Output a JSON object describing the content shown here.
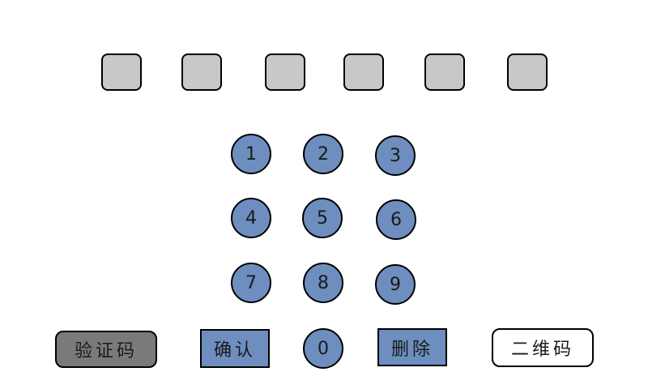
{
  "code_slots": [
    "",
    "",
    "",
    "",
    "",
    ""
  ],
  "keypad": {
    "keys": [
      "1",
      "2",
      "3",
      "4",
      "5",
      "6",
      "7",
      "8",
      "9",
      "0"
    ]
  },
  "actions": {
    "verify_code_label": "验证码",
    "confirm_label": "确认",
    "delete_label": "删除",
    "qr_code_label": "二维码"
  },
  "colors": {
    "slot_fill": "#c8c8c8",
    "key_fill": "#6d8ebf",
    "verify_button_fill": "#7a7a7a",
    "qr_button_fill": "#ffffff"
  }
}
